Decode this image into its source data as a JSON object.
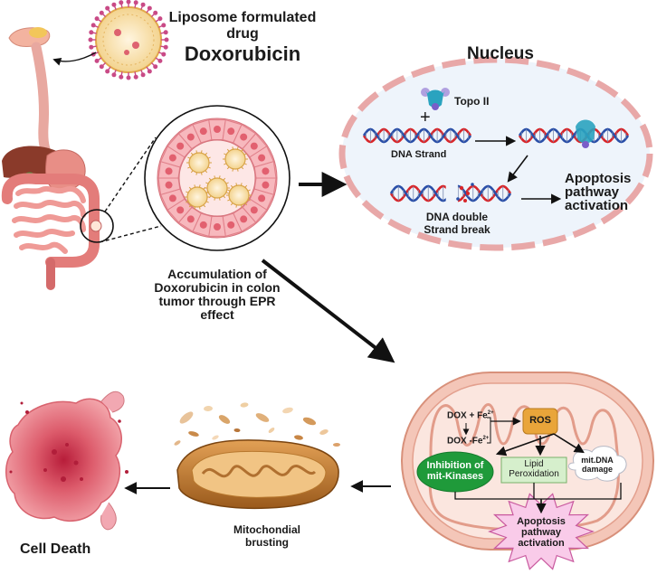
{
  "header": {
    "line1": "Liposome formulated",
    "line2": "drug",
    "drug_name": "Doxorubicin"
  },
  "nucleus": {
    "title": "Nucleus",
    "topo": "Topo II",
    "plus": "+",
    "dna_strand": "DNA Strand",
    "dsb_line1": "DNA double",
    "dsb_line2": "Strand break",
    "apoptosis_line1": "Apoptosis",
    "apoptosis_line2": "pathway",
    "apoptosis_line3": "activation"
  },
  "colon": {
    "line1": "Accumulation of",
    "line2": "Doxorubicin in colon",
    "line3": "tumor through EPR",
    "line4": "effect"
  },
  "mito": {
    "dox_fe": "DOX + Fe",
    "dox_fe_sup": "2+",
    "dox_complex": "DOX -Fe",
    "dox_complex_sup": "2+",
    "ros": "ROS",
    "lipid_line1": "Lipid",
    "lipid_line2": "Peroxidation",
    "mtdna_line1": "mit.DNA",
    "mtdna_line2": "damage",
    "kinase_line1": "Inhibition of",
    "kinase_line2": "mit-Kinases",
    "apoptosis_line1": "Apoptosis",
    "apoptosis_line2": "pathway",
    "apoptosis_line3": "activation"
  },
  "bottom": {
    "burst_line1": "Mitochondial",
    "burst_line2": "brusting",
    "cell_death": "Cell Death"
  },
  "colors": {
    "dna_red": "#d8262a",
    "dna_blue": "#2a4fa8",
    "ros_orange": "#e8a23a",
    "kinase_green": "#1f9a3a",
    "lipid_green": "#d8f0d0",
    "mito_pink": "#f2b9ad",
    "cell_pink": "#f4a3a8",
    "burst_pink": "#f9c8e8"
  }
}
